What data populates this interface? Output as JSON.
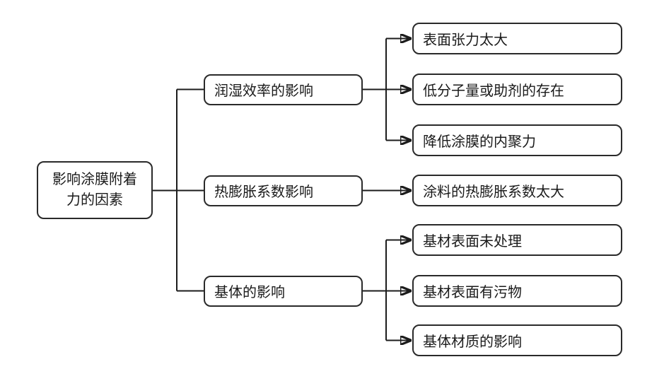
{
  "diagram": {
    "type": "flowchart-tree",
    "title": "影响涂膜附着力的因素",
    "colors": {
      "line": "#1c1c1c",
      "node_border": "#2a2a2a",
      "node_fill": "#ffffff",
      "text": "#1a1a1a",
      "background": "#ffffff"
    },
    "root": {
      "label": "影响涂膜附着力的因素",
      "lines": [
        "影响涂膜附着",
        "力的因素"
      ]
    },
    "branches": [
      {
        "label": "润湿效率的影响",
        "children": [
          "表面张力太大",
          "低分子量或助剂的存在",
          "降低涂膜的内聚力"
        ]
      },
      {
        "label": "热膨胀系数影响",
        "children": [
          "涂料的热膨胀系数太大"
        ]
      },
      {
        "label": "基体的影响",
        "children": [
          "基材表面未处理",
          "基材表面有污物",
          "基体材质的影响"
        ]
      }
    ]
  }
}
